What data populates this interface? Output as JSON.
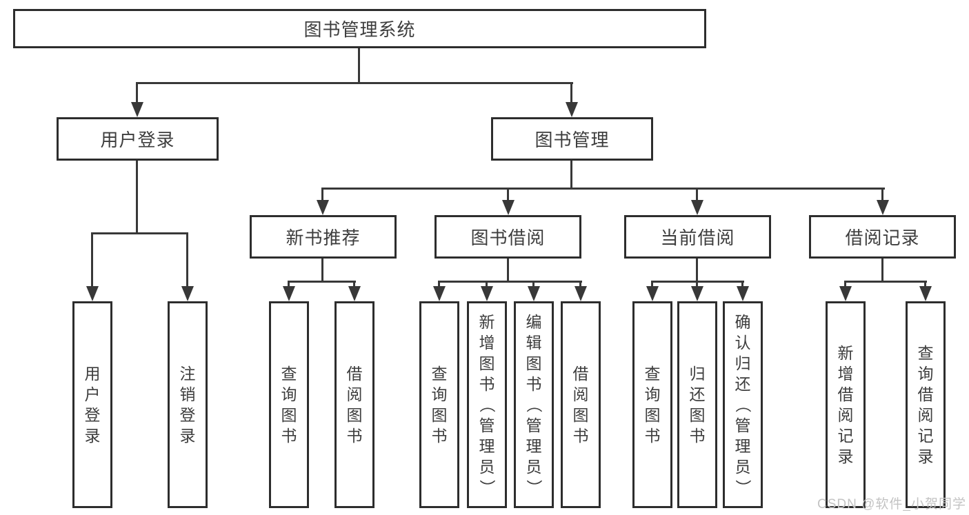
{
  "tree": {
    "root": {
      "label": "图书管理系统"
    },
    "children": [
      {
        "label": "用户登录",
        "children": [
          {
            "label": "用户登录"
          },
          {
            "label": "注销登录"
          }
        ]
      },
      {
        "label": "图书管理",
        "children": [
          {
            "label": "新书推荐",
            "children": [
              {
                "label": "查询图书"
              },
              {
                "label": "借阅图书"
              }
            ]
          },
          {
            "label": "图书借阅",
            "children": [
              {
                "label": "查询图书"
              },
              {
                "label": "新增图书（管理员）"
              },
              {
                "label": "编辑图书（管理员）"
              },
              {
                "label": "借阅图书"
              }
            ]
          },
          {
            "label": "当前借阅",
            "children": [
              {
                "label": "查询图书"
              },
              {
                "label": "归还图书"
              },
              {
                "label": "确认归还（管理员）"
              }
            ]
          },
          {
            "label": "借阅记录",
            "children": [
              {
                "label": "新增借阅记录"
              },
              {
                "label": "查询借阅记录"
              }
            ]
          }
        ]
      }
    ]
  },
  "watermark": "CSDN @软件_小贺同学",
  "colors": {
    "line": "#383838",
    "box_border": "#2d2d2d",
    "text": "#3d3d3d",
    "watermark": "#c3c3c3",
    "background": "#ffffff"
  }
}
